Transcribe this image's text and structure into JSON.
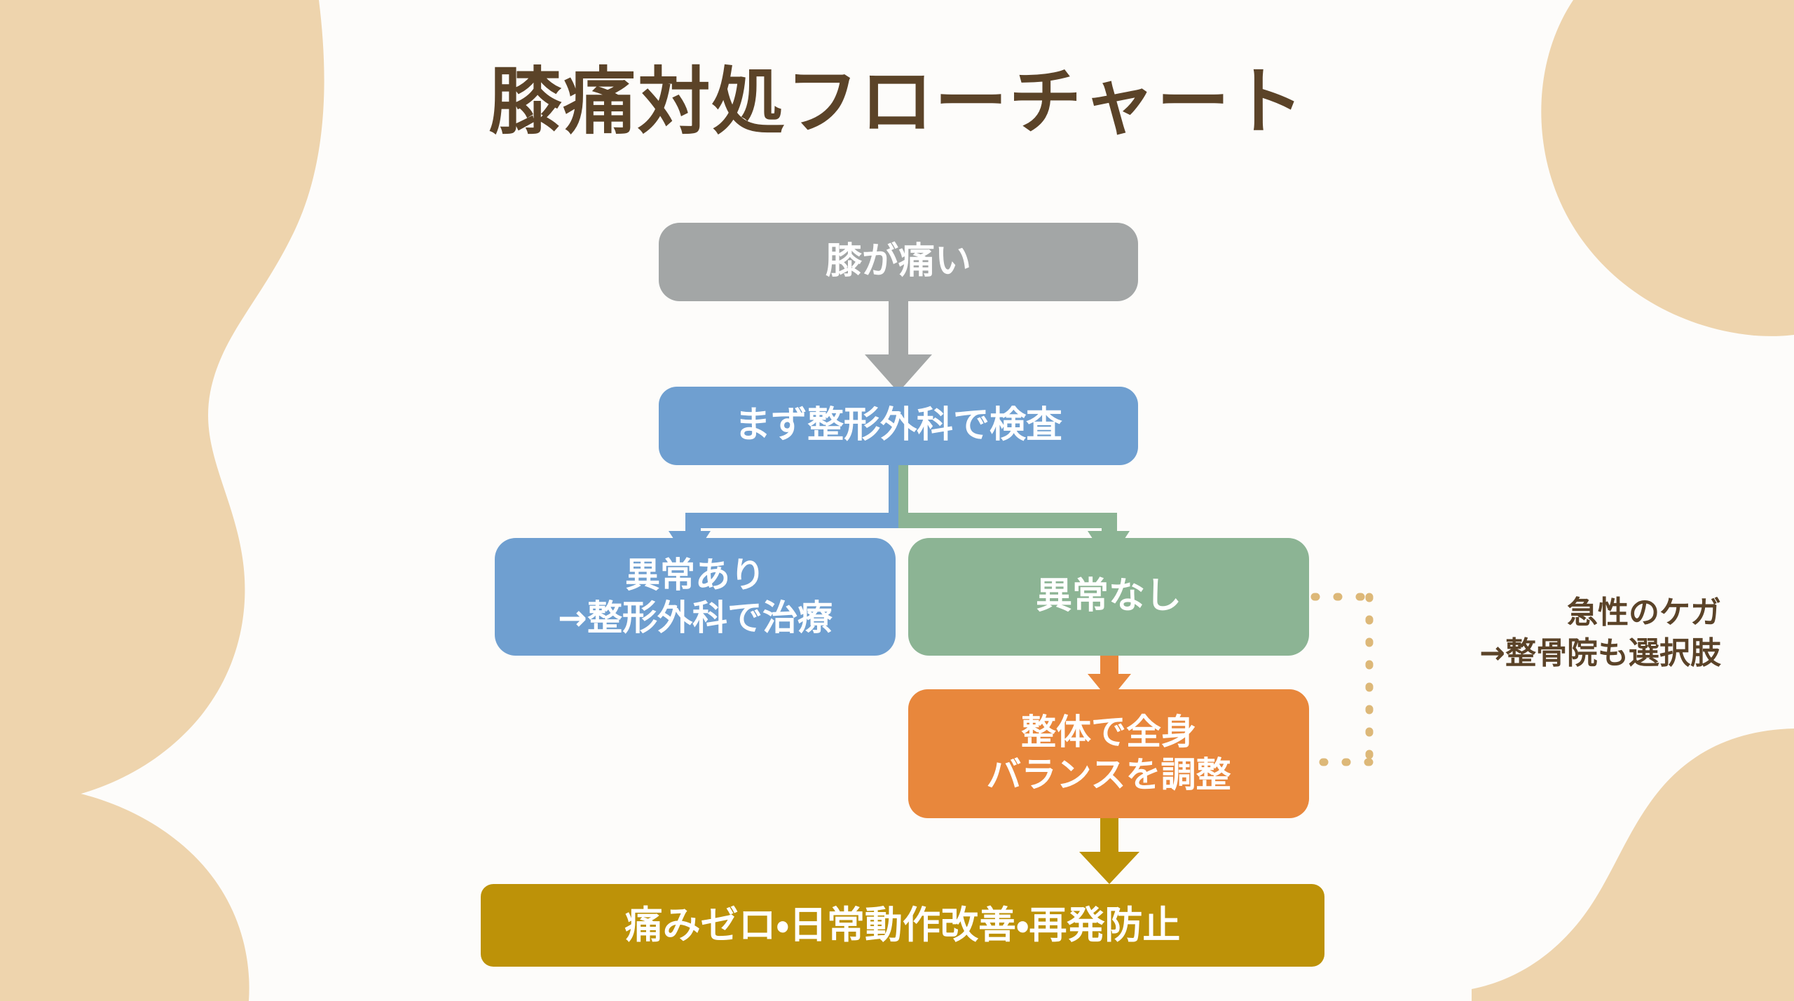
{
  "page": {
    "title": "膝痛対処フローチャート",
    "background_color": "#fdfcfa",
    "blob_color": "#eed4ad",
    "title_color": "#5b4328"
  },
  "flowchart": {
    "nodes": [
      {
        "id": "start",
        "label": "膝が痛い",
        "color": "#a3a6a6",
        "text_color": "#ffffff"
      },
      {
        "id": "ortho-exam",
        "label": "まず整形外科で検査",
        "color": "#6f9fd0",
        "text_color": "#ffffff"
      },
      {
        "id": "abnormal",
        "label": "異常あり\n→整形外科で治療",
        "color": "#6f9fd0",
        "text_color": "#ffffff"
      },
      {
        "id": "normal",
        "label": "異常なし",
        "color": "#8cb494",
        "text_color": "#ffffff"
      },
      {
        "id": "seitai",
        "label": "整体で全身\nバランスを調整",
        "color": "#e8873c",
        "text_color": "#ffffff"
      },
      {
        "id": "result",
        "label": "痛みゼロ・日常動作改善・再発防止",
        "color": "#bd9208",
        "text_color": "#ffffff"
      }
    ],
    "connectors": [
      {
        "id": "start-to-exam",
        "color": "#a3a6a6",
        "style": "solid-arrow"
      },
      {
        "id": "exam-split-left",
        "color": "#6f9fd0",
        "style": "solid-arrow"
      },
      {
        "id": "exam-split-right",
        "color": "#8cb494",
        "style": "solid-arrow"
      },
      {
        "id": "normal-to-seitai",
        "color": "#e8873c",
        "style": "solid-arrow"
      },
      {
        "id": "seitai-to-result",
        "color": "#bd9208",
        "style": "solid-arrow"
      },
      {
        "id": "normal-seitai-bracket",
        "color": "#ddb878",
        "style": "dotted-bracket"
      }
    ],
    "annotation": {
      "id": "acute-injury-note",
      "label": "急性のケガ\n→整骨院も選択肢",
      "text_color": "#5b4328"
    }
  }
}
